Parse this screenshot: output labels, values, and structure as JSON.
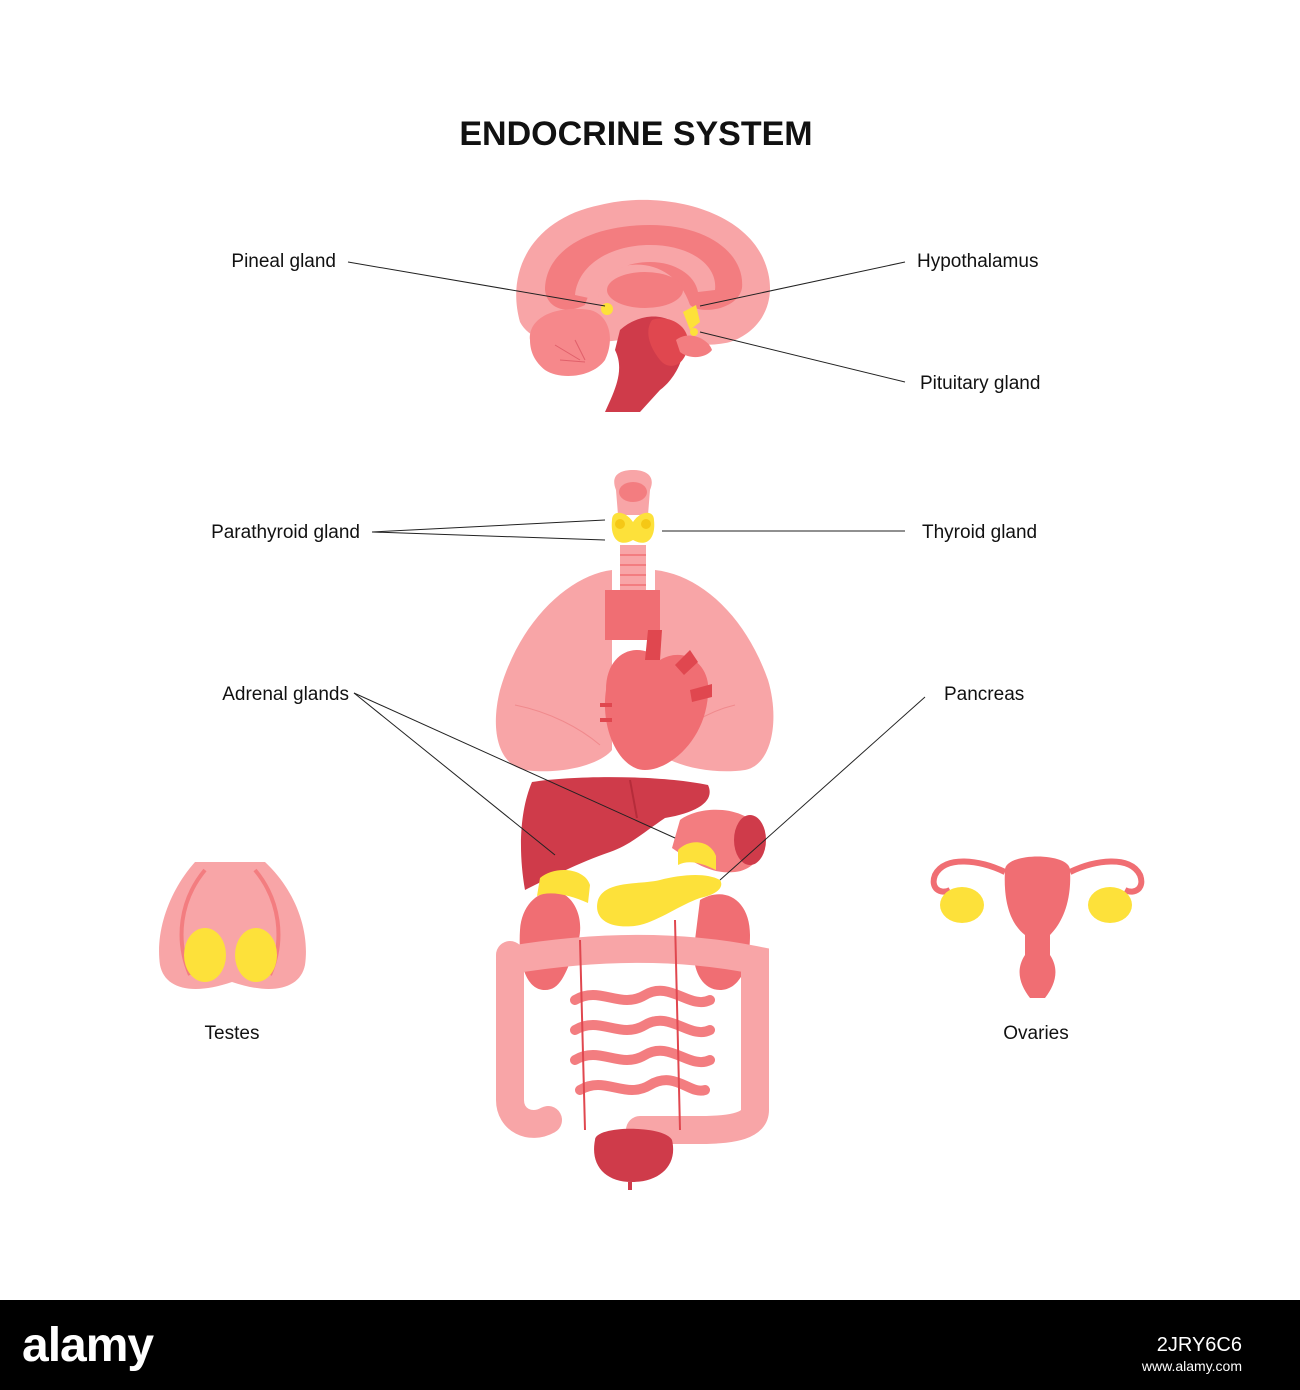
{
  "title": "ENDOCRINE SYSTEM",
  "labels": {
    "pineal": "Pineal gland",
    "hypothalamus": "Hypothalamus",
    "pituitary": "Pituitary gland",
    "parathyroid": "Parathyroid gland",
    "thyroid": "Thyroid gland",
    "adrenal": "Adrenal glands",
    "pancreas": "Pancreas",
    "testes": "Testes",
    "ovaries": "Ovaries"
  },
  "footer": {
    "logo": "alamy",
    "image_id": "2JRY6C6",
    "domain": "www.alamy.com"
  },
  "colors": {
    "gland": "#fde13a",
    "tissue_light": "#f8a5a7",
    "tissue_mid": "#f06e73",
    "tissue_dark": "#cf3b4a",
    "background": "#ffffff"
  }
}
